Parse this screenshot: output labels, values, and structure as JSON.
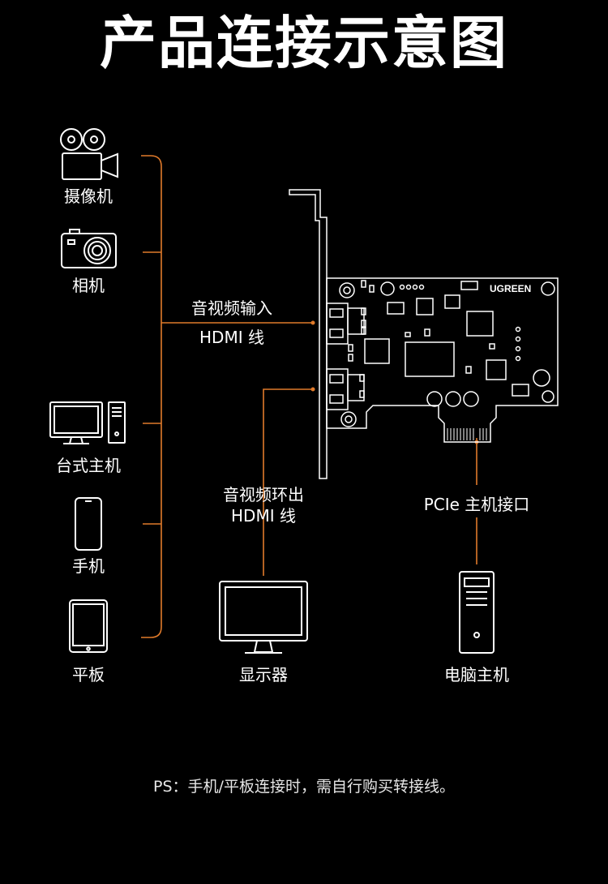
{
  "title": "产品连接示意图",
  "devices": {
    "camcorder": "摄像机",
    "camera": "相机",
    "desktop": "台式主机",
    "phone": "手机",
    "tablet": "平板",
    "monitor": "显示器",
    "host": "电脑主机"
  },
  "connections": {
    "input_line1": "音视频输入",
    "input_line2": "HDMI 线",
    "output_line1": "音视频环出",
    "output_line2": "HDMI 线",
    "pcie": "PCIe 主机接口"
  },
  "card": {
    "brand": "UGREEN"
  },
  "note": "PS：手机/平板连接时，需自行购买转接线。",
  "colors": {
    "accent": "#e07a2a",
    "line": "#ffffff",
    "background": "#000000"
  }
}
